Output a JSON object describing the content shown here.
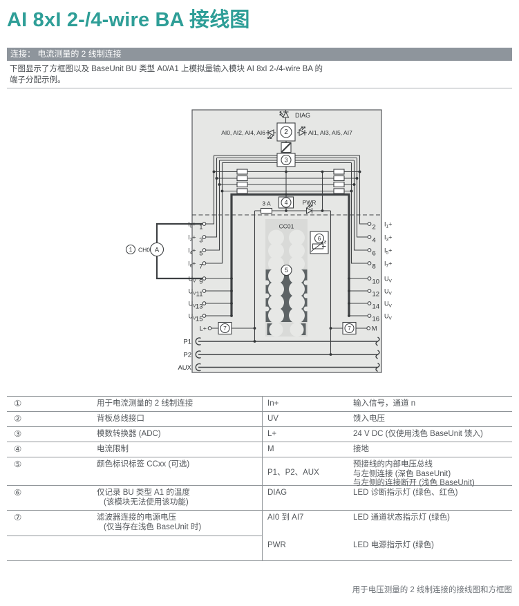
{
  "page": {
    "title": "AI 8xI 2-/4-wire BA 接线图",
    "section_bar": "连接： 电流测量的 2 线制连接",
    "intro_line1": "下图显示了方框图以及 BaseUnit BU 类型 A0/A1 上模拟量输入模块 AI 8xI 2-/4-wire BA 的",
    "intro_line2": "端子分配示例。",
    "caption": "用于电压测量的 2 线制连接的接线图和方框图",
    "accent_color": "#2e9e97",
    "bar_color": "#8e959c"
  },
  "diagram": {
    "diag_led_label": "DIAG",
    "left_led_group_label": "AI0, AI2, AI4, AI6",
    "right_led_group_label": "AI1, AI3, AI5, AI7",
    "fuse_label": "3 A",
    "pwr_led_label": "PWR",
    "cc_label": "CC01",
    "channel_label": "CH0",
    "ammeter_symbol": "A",
    "thermistor_symbol": "ϑ",
    "callouts": [
      "1",
      "2",
      "3",
      "4",
      "5",
      "6",
      "7"
    ],
    "left_power_terminal": "L+",
    "right_power_terminal": "M",
    "bus_labels": [
      "P1",
      "P2",
      "AUX"
    ],
    "left_terminals": [
      {
        "n": "1",
        "base": "I",
        "sub": "0",
        "suffix": "+"
      },
      {
        "n": "3",
        "base": "I",
        "sub": "2",
        "suffix": "+"
      },
      {
        "n": "5",
        "base": "I",
        "sub": "4",
        "suffix": "+"
      },
      {
        "n": "7",
        "base": "I",
        "sub": "6",
        "suffix": "+"
      },
      {
        "n": "9",
        "base": "U",
        "sub": "V",
        "suffix": ""
      },
      {
        "n": "11",
        "base": "U",
        "sub": "V",
        "suffix": ""
      },
      {
        "n": "13",
        "base": "U",
        "sub": "V",
        "suffix": ""
      },
      {
        "n": "15",
        "base": "U",
        "sub": "V",
        "suffix": ""
      }
    ],
    "right_terminals": [
      {
        "n": "2",
        "base": "I",
        "sub": "1",
        "suffix": "+"
      },
      {
        "n": "4",
        "base": "I",
        "sub": "3",
        "suffix": "+"
      },
      {
        "n": "6",
        "base": "I",
        "sub": "5",
        "suffix": "+"
      },
      {
        "n": "8",
        "base": "I",
        "sub": "7",
        "suffix": "+"
      },
      {
        "n": "10",
        "base": "U",
        "sub": "V",
        "suffix": ""
      },
      {
        "n": "12",
        "base": "U",
        "sub": "V",
        "suffix": ""
      },
      {
        "n": "14",
        "base": "U",
        "sub": "V",
        "suffix": ""
      },
      {
        "n": "16",
        "base": "U",
        "sub": "V",
        "suffix": ""
      }
    ]
  },
  "legend": {
    "rows": [
      {
        "num": "①",
        "desc": "用于电流测量的 2 线制连接",
        "sym": "In+",
        "mean": "输入信号，通道 n"
      },
      {
        "num": "②",
        "desc": "背板总线接口",
        "sym": "UV",
        "mean": "馈入电压"
      },
      {
        "num": "③",
        "desc": "模数转换器 (ADC)",
        "sym": "L+",
        "mean": "24 V DC (仅使用浅色 BaseUnit 馈入)"
      },
      {
        "num": "④",
        "desc": "电流限制",
        "sym": "M",
        "mean": "接地"
      },
      {
        "num": "⑤",
        "desc": "颜色标识标签 CCxx (可选)",
        "sym": "P1、P2、AUX",
        "mean": "预接线的内部电压总线",
        "mean2": "与左侧连接 (深色 BaseUnit)",
        "mean3": "与左侧的连接断开 (浅色 BaseUnit)"
      },
      {
        "num": "⑥",
        "desc": "仅记录 BU 类型 A1 的温度",
        "desc2": "(该模块无法使用该功能)",
        "sym": "DIAG",
        "mean": "LED 诊断指示灯 (绿色、红色)"
      },
      {
        "num": "⑦",
        "desc": "滤波器连接的电源电压",
        "desc2": "(仅当存在浅色 BaseUnit 时)",
        "sym": "AI0 到 AI7",
        "mean": "LED 通道状态指示灯 (绿色)"
      },
      {
        "num": "",
        "desc": "",
        "sym": "PWR",
        "mean": "LED 电源指示灯 (绿色)"
      }
    ]
  }
}
